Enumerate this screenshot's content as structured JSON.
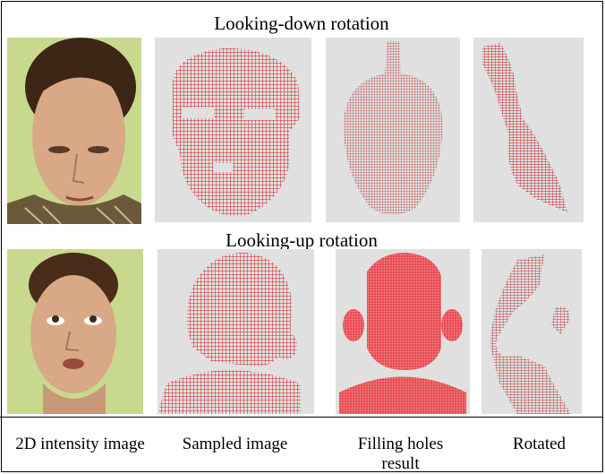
{
  "row1": {
    "title": "Looking-down rotation"
  },
  "row2": {
    "title": "Looking-up rotation"
  },
  "captions": [
    "2D intensity image",
    "Sampled image",
    "Filling holes result",
    "Rotated"
  ],
  "colors": {
    "mesh": "#d41a1a",
    "panel_background": "#e0e0e0",
    "photo_background": "#c9d98f",
    "skin": "#d9a985",
    "hair": "#4a2c1a"
  }
}
